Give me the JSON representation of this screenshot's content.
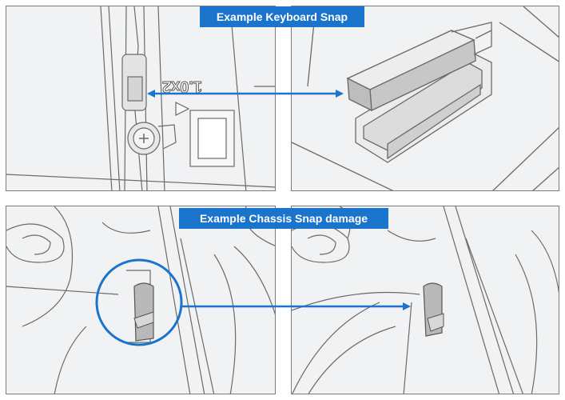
{
  "banners": {
    "keyboard_snap": "Example Keyboard Snap",
    "chassis_snap_damage": "Example Chassis Snap damage"
  },
  "part_label": "1.0x2",
  "colors": {
    "accent_blue": "#1a74cc",
    "panel_bg": "#f1f2f3",
    "line": "#6a6a6a",
    "part_fill": "#bdbdbd"
  },
  "icons": {
    "arrow_top": "double-headed-arrow",
    "arrow_bottom": "right-arrow",
    "highlight": "circle-callout"
  }
}
